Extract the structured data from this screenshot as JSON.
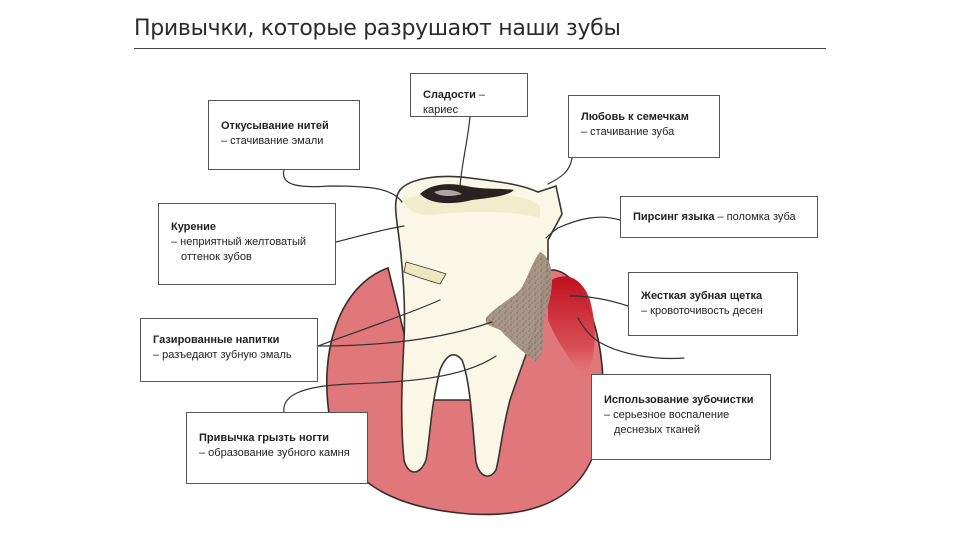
{
  "title": "Привычки, которые разрушают наши зубы",
  "callouts": {
    "sweets": {
      "heading": "Сладости",
      "text": " – кариес"
    },
    "threads": {
      "heading": "Откусывание нитей",
      "line1": "– стачивание эмали"
    },
    "seeds": {
      "heading": "Любовь к семечкам",
      "line1": "– стачивание зуба"
    },
    "smoking": {
      "heading": "Курение",
      "line1": "– неприятный желтоватый",
      "line2": "оттенок зубов"
    },
    "piercing": {
      "heading": "Пирсинг языка",
      "text": " – поломка зуба"
    },
    "brush": {
      "heading": "Жесткая зубная щетка",
      "line1": "– кровоточивость десен"
    },
    "soda": {
      "heading": "Газированные напитки",
      "line1": "– разъедают зубную эмаль"
    },
    "toothpick": {
      "heading": "Использование зубочистки",
      "line1": "– серьезное воспаление",
      "line2": "деснезых тканей"
    },
    "nails": {
      "heading": "Привычка грызть ногти",
      "line1": "– образование зубного камня"
    }
  },
  "colors": {
    "gum": "#e0777a",
    "gum_outline": "#3a2a2a",
    "gum_inflamed": "#c0101e",
    "enamel": "#faf7e6",
    "enamel_shade": "#ece7c0",
    "cavity": "#2a2220",
    "tartar": "#9e8d7f",
    "leader": "#333333"
  },
  "icons": [
    "tooth-illustration",
    "gum-illustration",
    "cavity-mark",
    "tartar-stain",
    "inflamed-gum-area"
  ]
}
